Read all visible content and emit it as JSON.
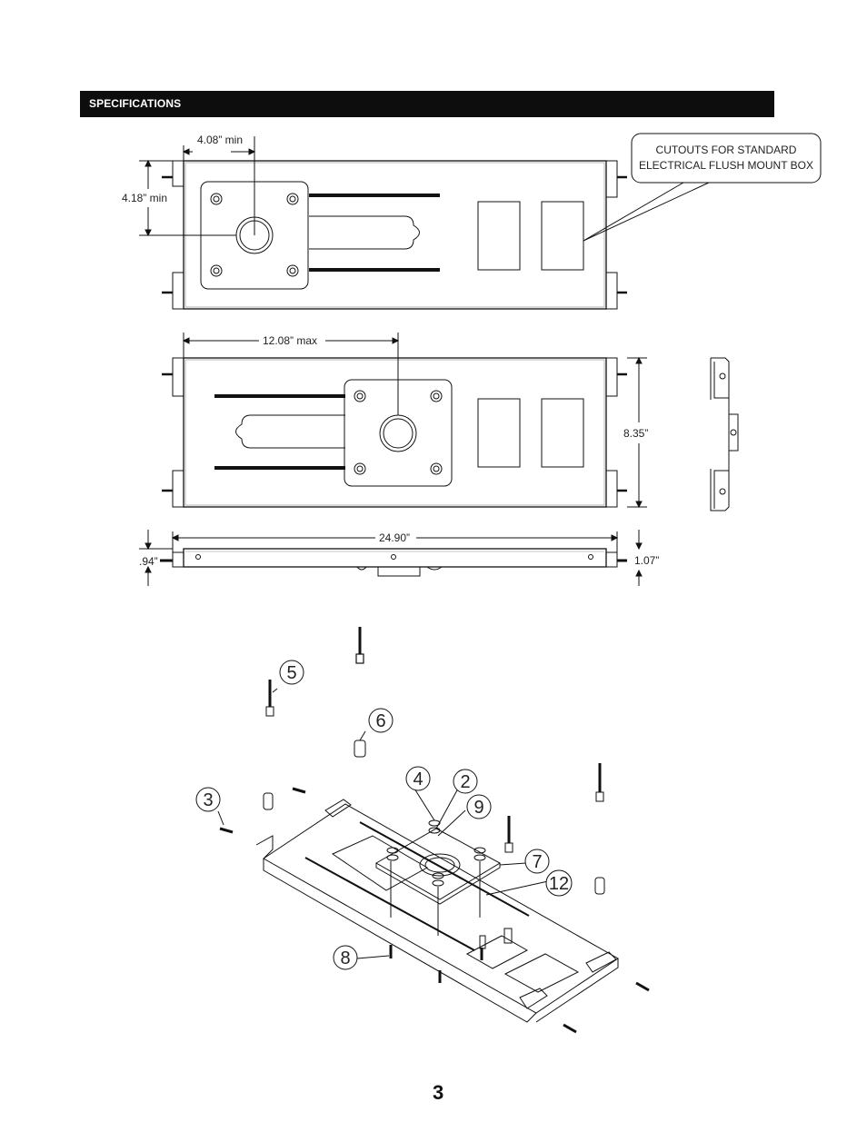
{
  "section": {
    "title": "SPECIFICATIONS"
  },
  "dimensions": {
    "top_x_offset": "4.08” min",
    "top_y_offset": "4.18” min",
    "max_slide": "12.08” max",
    "height": "8.35”",
    "overall_length": "24.90”",
    "left_thickness": ".94”",
    "right_thickness": "1.07”"
  },
  "callout": {
    "line1": "CUTOUTS FOR STANDARD",
    "line2": "ELECTRICAL FLUSH MOUNT BOX"
  },
  "parts": {
    "p5": "5",
    "p6": "6",
    "p4": "4",
    "p2": "2",
    "p3": "3",
    "p9": "9",
    "p7": "7",
    "p12": "12",
    "p8": "8"
  },
  "page_number": "3"
}
